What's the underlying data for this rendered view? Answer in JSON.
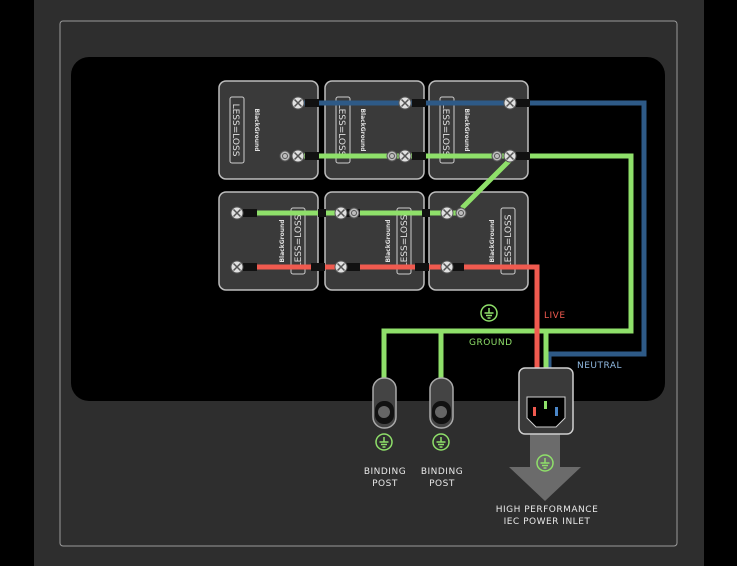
{
  "colors": {
    "page_bg": "#000000",
    "panel_bg": "#2e2e2e",
    "panel_border": "#9a9a9a",
    "inner_bg": "#000000",
    "module_bg": "#3a3a3a",
    "module_border": "#bdbdbd",
    "wire_live": "#f05a4f",
    "wire_neutral": "#2e5a87",
    "wire_ground": "#8fe06a",
    "label_text": "#e8e8e8"
  },
  "modules": [
    {
      "brand": "BlackGround",
      "logo": "LESS=LOSS"
    },
    {
      "brand": "BlackGround",
      "logo": "LESS=LOSS"
    },
    {
      "brand": "BlackGround",
      "logo": "LESS=LOSS"
    },
    {
      "brand": "BlackGround",
      "logo": "LESS=LOSS"
    },
    {
      "brand": "BlackGround",
      "logo": "LESS=LOSS"
    },
    {
      "brand": "BlackGround",
      "logo": "LESS=LOSS"
    }
  ],
  "labels": {
    "live": "LIVE",
    "ground": "GROUND",
    "neutral": "NEUTRAL",
    "binding_post_1_line1": "BINDING",
    "binding_post_1_line2": "POST",
    "binding_post_2_line1": "BINDING",
    "binding_post_2_line2": "POST",
    "iec_line1": "HIGH PERFORMANCE",
    "iec_line2": "IEC POWER INLET"
  }
}
